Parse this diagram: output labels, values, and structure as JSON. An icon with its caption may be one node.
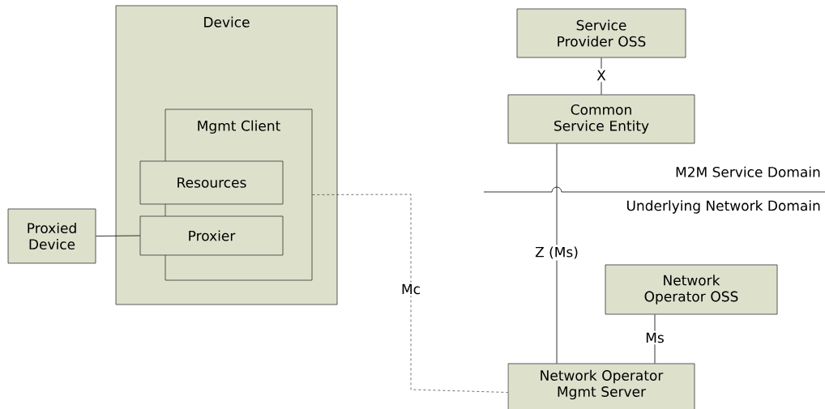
{
  "diagram": {
    "nodes": [
      {
        "text": [
          "Device"
        ]
      },
      {
        "text": [
          "Mgmt Client"
        ],
        "in": 0
      },
      {
        "text": [
          "Resources"
        ],
        "in": 0
      },
      {
        "text": [
          "Proxier"
        ],
        "in": 0
      },
      {
        "text": [
          "Proxied Device"
        ]
      },
      {
        "text": [
          "Service Provider OSS"
        ]
      },
      {
        "text": [
          "Common Service Entity"
        ]
      },
      {
        "text": [
          "Network Operator OSS"
        ]
      },
      {
        "text": [
          "Network Operator Mgmt Server"
        ]
      }
    ],
    "edges": [
      {
        "from": 4,
        "to": 3,
        "arrow": "none"
      },
      {
        "from": 1,
        "to": 8,
        "arrow": "none",
        "label": "Mc",
        "style": "dashed"
      },
      {
        "from": 5,
        "to": 6,
        "arrow": "none",
        "label": "X"
      },
      {
        "from": 6,
        "to": 8,
        "arrow": "none",
        "label": "Z (Ms)"
      },
      {
        "from": 7,
        "to": 8,
        "arrow": "none",
        "label": "Ms"
      }
    ],
    "labels": [
      "M2M Service Domain",
      "Underlying Network Domain"
    ]
  }
}
